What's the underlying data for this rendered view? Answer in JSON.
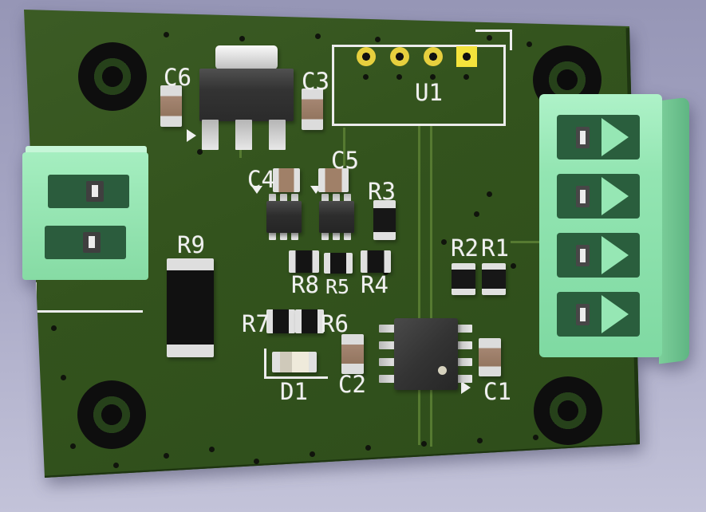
{
  "colors": {
    "background_top": "#9696b6",
    "background_bottom": "#c3c3d9",
    "board_green": "#33531d",
    "silkscreen": "#f0f0f0",
    "connector_green": "#93e5b2",
    "pad_gold": "#e6cf3e",
    "pad_highlight": "#f4e43c",
    "component_metal": "#e0e0e0",
    "capacitor_body": "#a08068",
    "resistor_body": "#151515"
  },
  "designators": {
    "c6": "C6",
    "c3": "C3",
    "u1": "U1",
    "c4": "C4",
    "c5": "C5",
    "r3": "R3",
    "r9": "R9",
    "r2": "R2",
    "r1": "R1",
    "r8": "R8",
    "r5": "R5",
    "r4": "R4",
    "r7": "R7",
    "r6": "R6",
    "d1": "D1",
    "c2": "C2",
    "c1": "C1"
  },
  "board": {
    "mounting_hole_count": 4,
    "u1_pad_count": 4,
    "right_connector_positions": 4,
    "left_connector_positions": 2
  }
}
